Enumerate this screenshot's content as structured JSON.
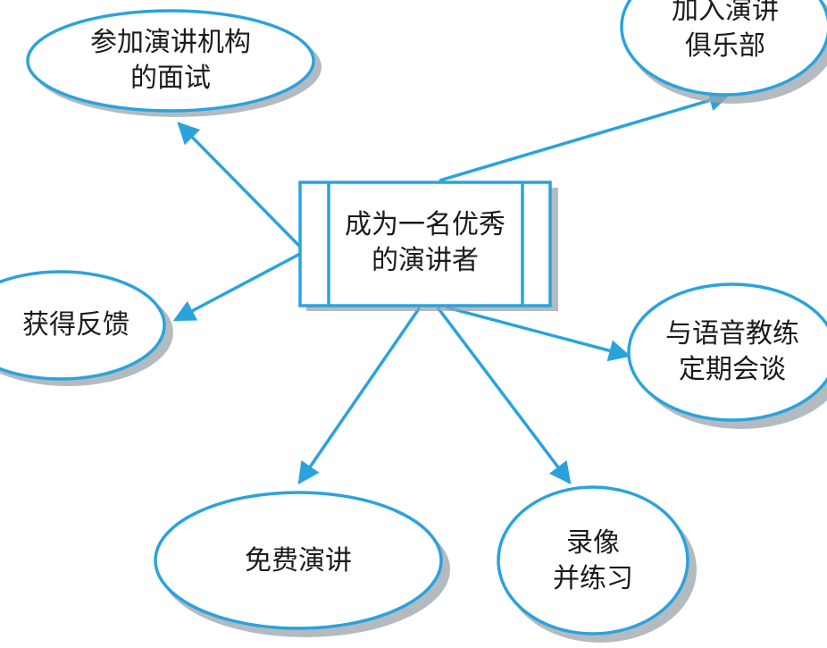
{
  "diagram": {
    "center": {
      "line1": "成为一名优秀",
      "line2": "的演讲者"
    },
    "nodes": {
      "audition": {
        "line1": "参加演讲机构",
        "line2": "的面试"
      },
      "club": {
        "line1": "加入演讲",
        "line2": "俱乐部"
      },
      "feedback": {
        "line1": "获得反馈"
      },
      "coach": {
        "line1": "与语音教练",
        "line2": "定期会谈"
      },
      "free_talk": {
        "line1": "免费演讲"
      },
      "record": {
        "line1": "录像",
        "line2": "并练习"
      }
    },
    "colors": {
      "stroke": "#2aa3dc",
      "shadow": "#9aa4ab",
      "fill": "#ffffff",
      "text": "#1b1b1b"
    }
  }
}
